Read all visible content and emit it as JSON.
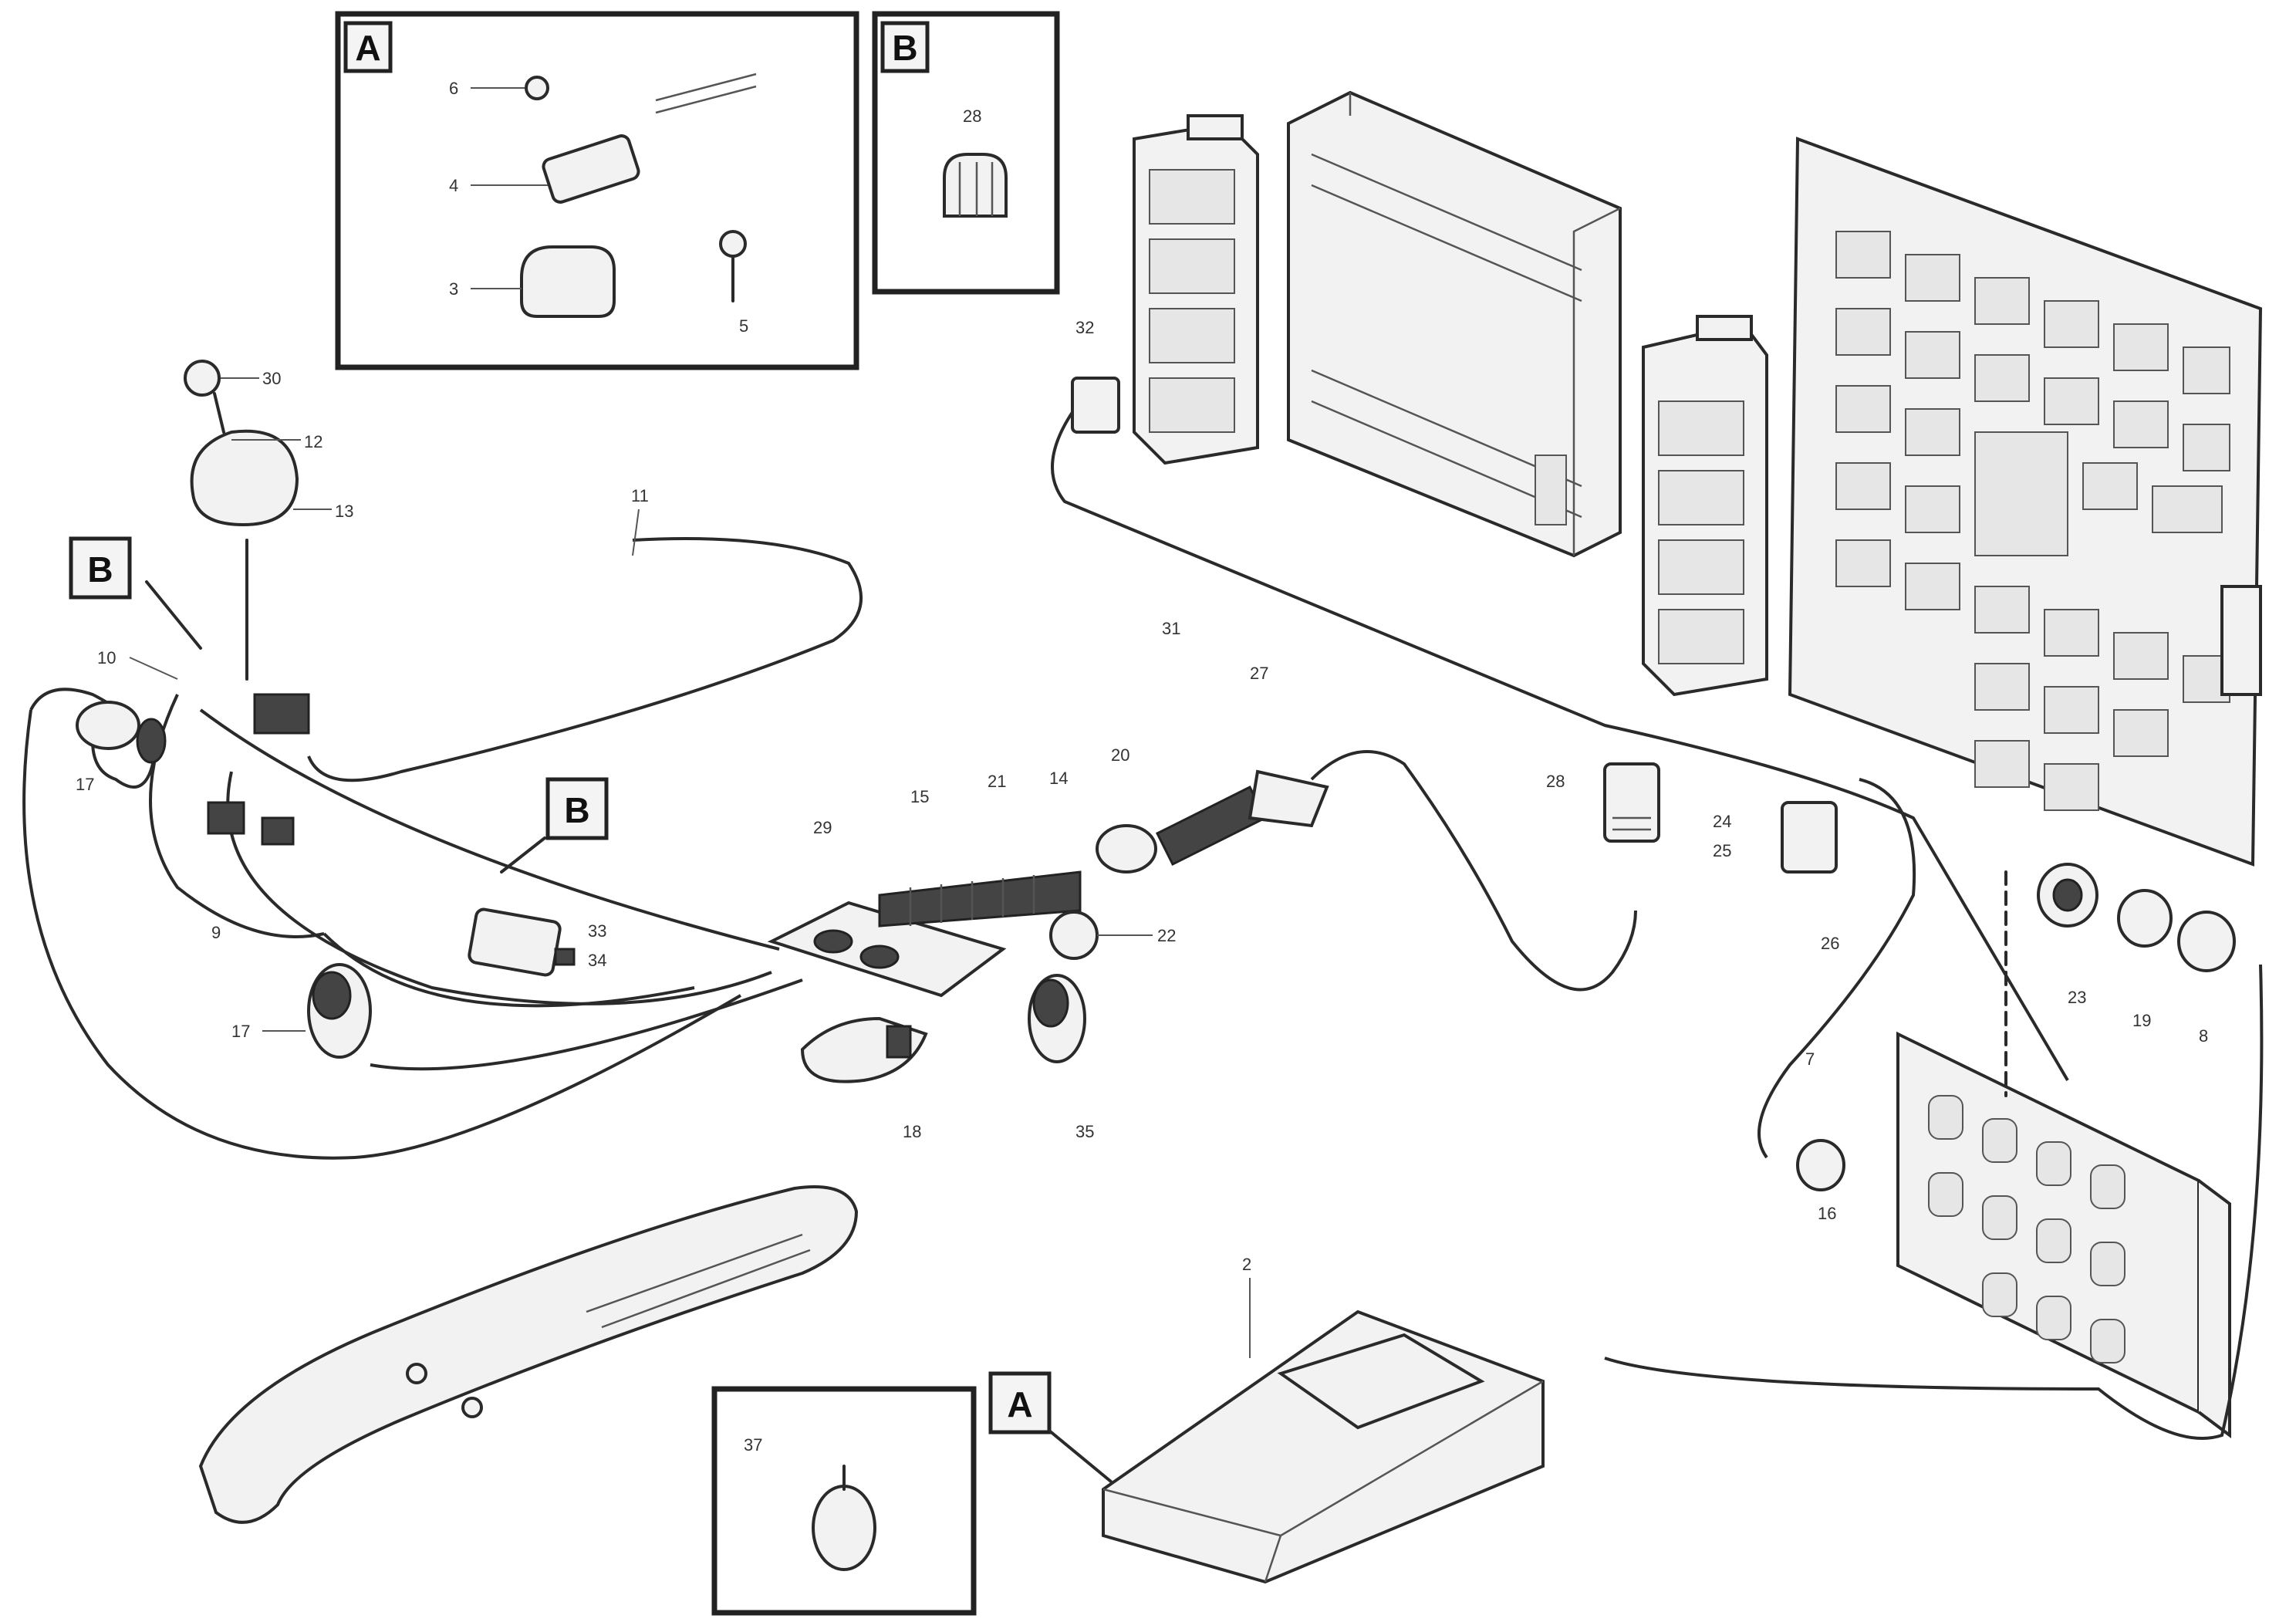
{
  "diagram": {
    "detail_tags": {
      "a": "A",
      "b": "B"
    },
    "callouts": {
      "c_a1": "6",
      "c_a2": "4",
      "c_a3": "3",
      "c_a4": "5",
      "c_b1": "28",
      "c_32": "32",
      "c_31": "31",
      "c_30": "30",
      "c_12": "12",
      "c_13": "13",
      "c_17a": "17",
      "c_9": "9",
      "c_10": "10",
      "c_17b": "17",
      "c_33": "33",
      "c_34": "34",
      "c_11": "11",
      "c_29": "29",
      "c_15": "15",
      "c_21": "21",
      "c_14": "14",
      "c_20": "20",
      "c_27": "27",
      "c_22": "22",
      "c_18": "18",
      "c_35": "35",
      "c_24": "24",
      "c_25": "25",
      "c_26": "26",
      "c_23": "23",
      "c_19": "19",
      "c_8": "8",
      "c_7": "7",
      "c_16": "16",
      "c_2": "2",
      "c_37": "37"
    },
    "footer": {
      "line1": "",
      "line2": "",
      "ref": ""
    },
    "colors": {
      "ink": "#2a2a2a",
      "paper": "#ffffff"
    }
  }
}
